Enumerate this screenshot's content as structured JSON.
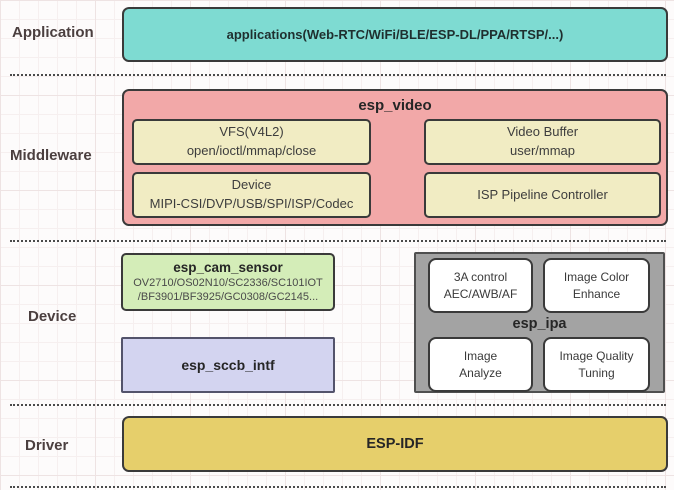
{
  "palette": {
    "application_box": "#7edbd2",
    "middleware_panel": "#f2a8a8",
    "middleware_module": "#f1ecc3",
    "cam_sensor_box": "#d4edb8",
    "sccb_box": "#d3d4f0",
    "ipa_panel": "#a3a3a3",
    "ipa_module": "#ffffff",
    "driver_box": "#e6cf6b",
    "border_dark": "#3a3a3a",
    "layer_label_text": "#4b3f3f",
    "separator_dots": "#4a4a4a"
  },
  "labels": {
    "application": "Application",
    "middleware": "Middleware",
    "device": "Device",
    "driver": "Driver"
  },
  "application": {
    "box_title": "applications(Web-RTC/WiFi/BLE/ESP-DL/PPA/RTSP/...)"
  },
  "middleware": {
    "esp_video": {
      "title": "esp_video",
      "vfs": {
        "line1": "VFS(V4L2)",
        "line2": "open/ioctl/mmap/close"
      },
      "video_buffer": {
        "line1": "Video Buffer",
        "line2": "user/mmap"
      },
      "device": {
        "line1": "Device",
        "line2": "MIPI-CSI/DVP/USB/SPI/ISP/Codec"
      },
      "isp_pipeline": {
        "line1": "ISP Pipeline Controller"
      }
    }
  },
  "device": {
    "esp_cam_sensor": {
      "title": "esp_cam_sensor",
      "line1": "OV2710/OS02N10/SC2336/SC101IOT",
      "line2": "/BF3901/BF3925/GC0308/GC2145..."
    },
    "esp_sccb_intf": {
      "title": "esp_sccb_intf"
    },
    "esp_ipa": {
      "title": "esp_ipa",
      "aaa_control": {
        "line1": "3A control",
        "line2": "AEC/AWB/AF"
      },
      "image_color": {
        "line1": "Image Color",
        "line2": "Enhance"
      },
      "image_analyze": {
        "line1": "Image",
        "line2": "Analyze"
      },
      "image_quality": {
        "line1": "Image Quality",
        "line2": "Tuning"
      }
    }
  },
  "driver": {
    "esp_idf": {
      "title": "ESP-IDF"
    }
  }
}
